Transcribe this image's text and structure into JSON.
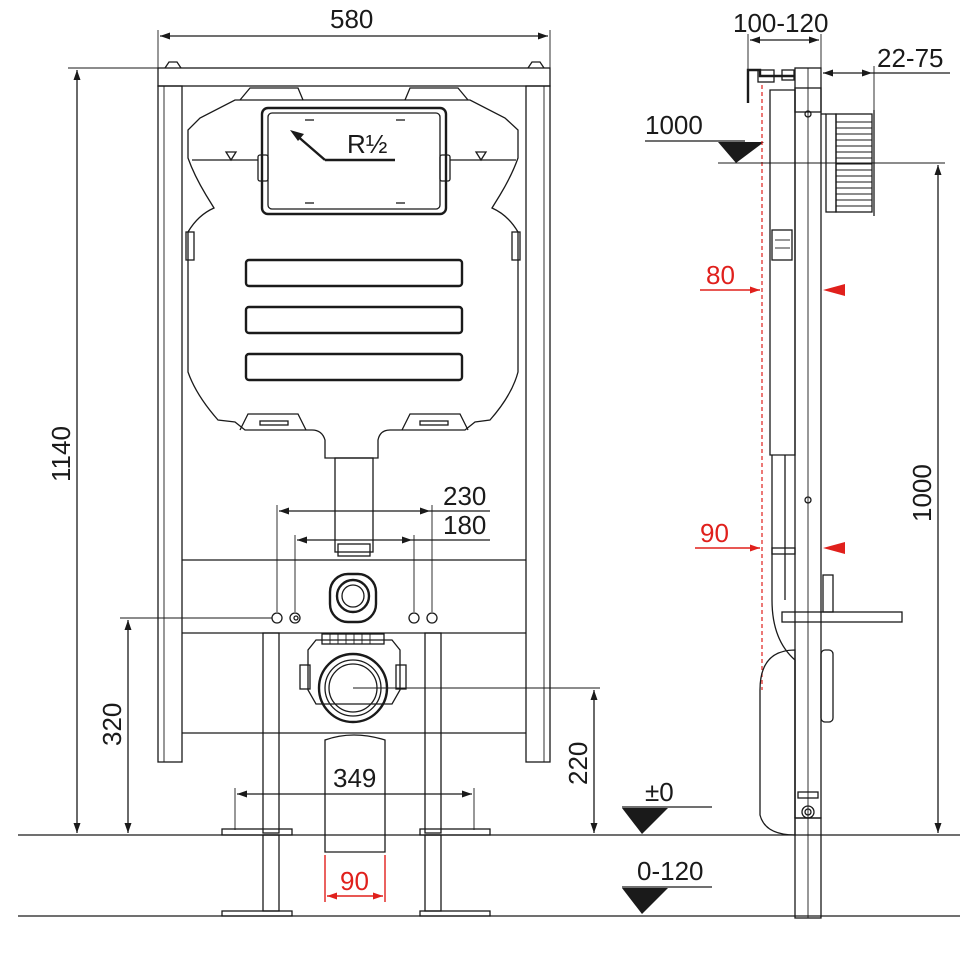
{
  "dimensions": {
    "width_580": "580",
    "height_1140": "1140",
    "flush_valve": "R½",
    "spacing_230": "230",
    "spacing_180": "180",
    "height_320": "320",
    "height_220": "220",
    "feet_349": "349",
    "pipe_90_front": "90",
    "depth_100_120": "100-120",
    "depth_22_75": "22-75",
    "level_1000_top": "1000",
    "red_80": "80",
    "red_90": "90",
    "height_1000_right": "1000",
    "level_zero": "±0",
    "floor_0_120": "0-120"
  },
  "colors": {
    "line": "#1a1a1a",
    "accent_red": "#e0201c",
    "background": "#ffffff"
  }
}
